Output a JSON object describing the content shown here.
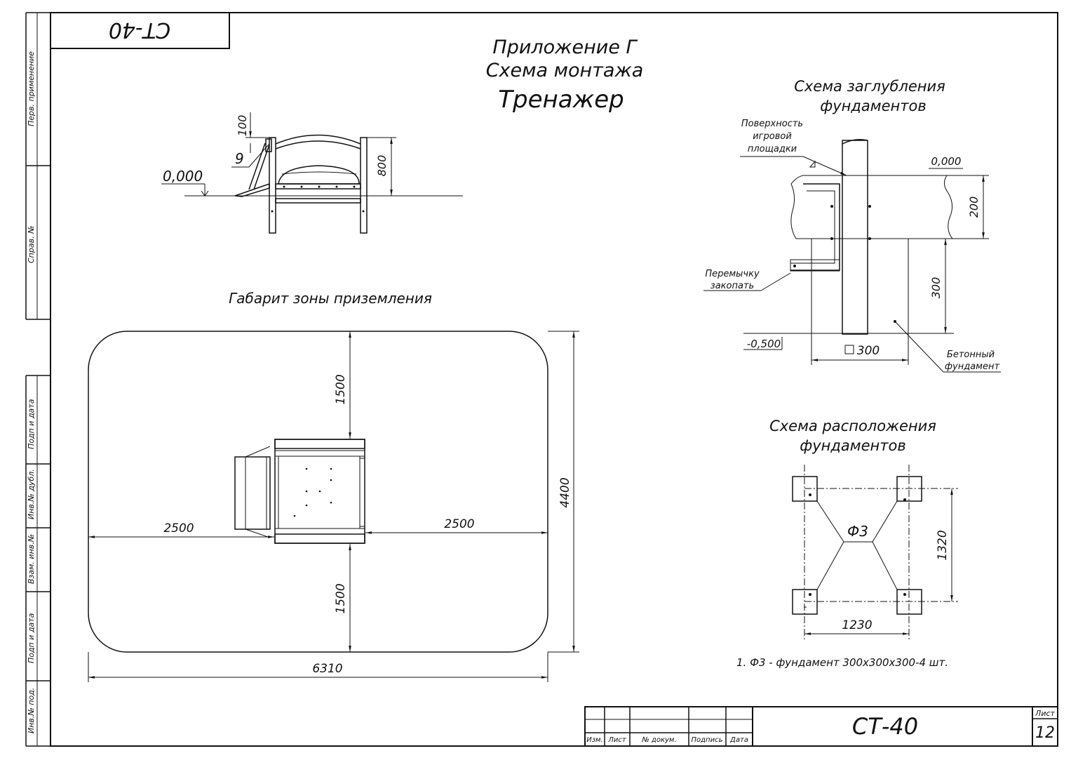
{
  "sheet": {
    "code_rotated": "СТ-40",
    "code": "СТ-40",
    "sheet_label": "Лист",
    "sheet_number": "12"
  },
  "title": {
    "line1": "Приложение Г",
    "line2": "Схема монтажа",
    "line3": "Тренажер"
  },
  "side_strip": {
    "perv": "Перв. применение",
    "sprav": "Справ. №",
    "podp1": "Подп и дата",
    "inv_dubl": "Инв.№ дубл.",
    "vzam": "Взам. инв.№",
    "podp2": "Подп и дата",
    "inv_pod": "Инв.№ под."
  },
  "title_block": {
    "izm": "Изм.",
    "list": "Лист",
    "n_dokum": "№ докум.",
    "podpis": "Подпись",
    "data": "Дата"
  },
  "side_view": {
    "dim_100": "100",
    "dim_800": "800",
    "leader_9": "9",
    "level_0": "0,000"
  },
  "landing_zone": {
    "title": "Габарит зоны приземления",
    "dim_top": "1500",
    "dim_bottom": "1500",
    "dim_left": "2500",
    "dim_right": "2500",
    "dim_height": "4400",
    "dim_width": "6310"
  },
  "depth_scheme": {
    "title_line1": "Схема заглубления",
    "title_line2": "фундаментов",
    "surface_line1": "Поверхность",
    "surface_line2": "игровой",
    "surface_line3": "площадки",
    "level_top": "0,000",
    "dim_200": "200",
    "dim_300_v": "300",
    "jumper_line1": "Перемычку",
    "jumper_line2": "закопать",
    "level_bottom": "-0,500",
    "square_300": "300",
    "concrete_line1": "Бетонный",
    "concrete_line2": "фундамент"
  },
  "layout_scheme": {
    "title_line1": "Схема расположения",
    "title_line2": "фундаментов",
    "center_label": "Ф3",
    "dim_1320": "1320",
    "dim_1230": "1230",
    "note": "1. Ф3 - фундамент 300х300х300-4 шт."
  }
}
